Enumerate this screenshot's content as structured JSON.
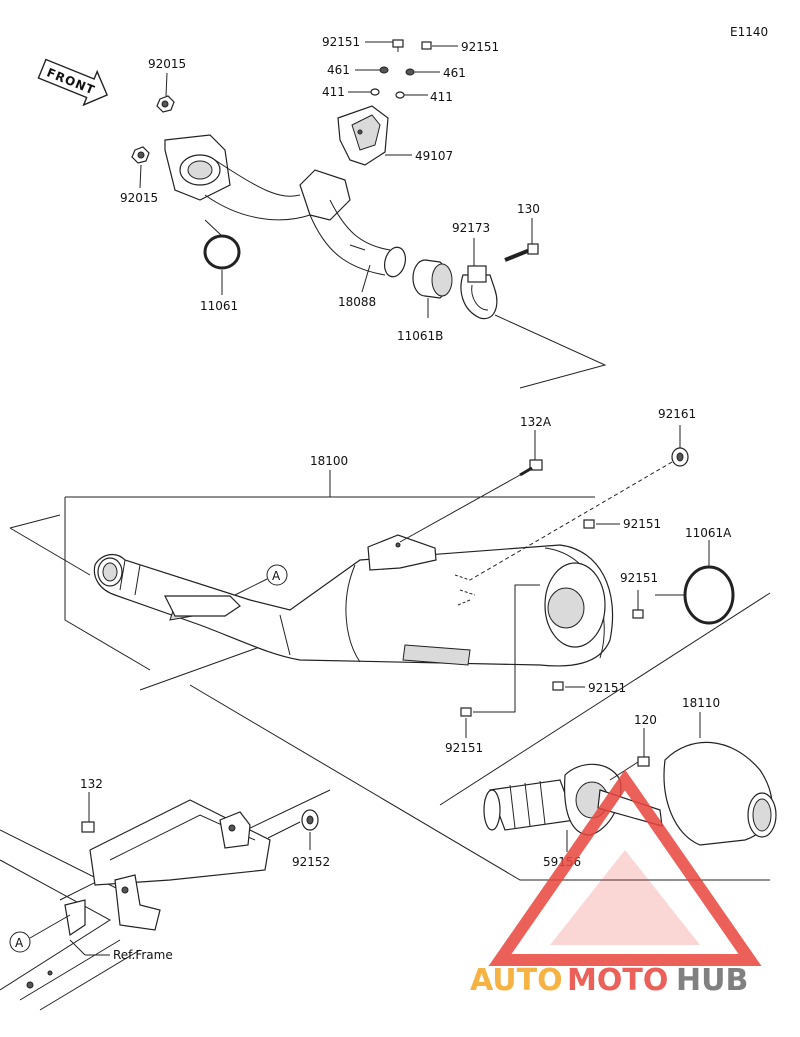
{
  "diagram_code": "E1140",
  "front_label": "FRONT",
  "parts": {
    "p92151_a": "92151",
    "p92151_b": "92151",
    "p461_a": "461",
    "p461_b": "461",
    "p411_a": "411",
    "p411_b": "411",
    "p92015_a": "92015",
    "p92015_b": "92015",
    "p49107": "49107",
    "p11061": "11061",
    "p18088": "18088",
    "p11061B": "11061B",
    "p92173": "92173",
    "p130": "130",
    "p132A": "132A",
    "p92161": "92161",
    "p18100": "18100",
    "p92151_c": "92151",
    "p11061A": "11061A",
    "p92151_d": "92151",
    "p92151_e": "92151",
    "p92151_f": "92151",
    "p120": "120",
    "p18110": "18110",
    "p59156": "59156",
    "p132": "132",
    "p92152": "92152"
  },
  "callout_a": "A",
  "callout_a2": "A",
  "ref_frame": "Ref.Frame",
  "watermark": {
    "part1": "AUTO",
    "part2": "MOTO",
    "part3": "HUB",
    "color_orange": "#f5a623",
    "color_red": "#e8453c",
    "color_gray": "#6b6b6b"
  }
}
